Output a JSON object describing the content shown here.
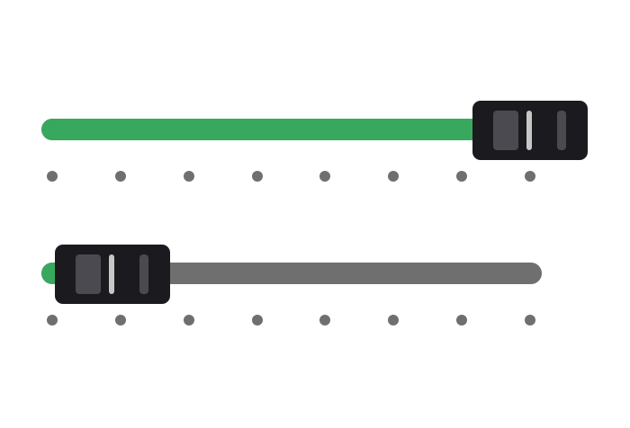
{
  "colors": {
    "fill": "#38a85e",
    "track": "#6f6f6f",
    "handle": "#1b1a1f",
    "grip_light": "#c7c7c7",
    "grip_dark": "#4a4a50",
    "tick": "#6f6f6f",
    "background": "#ffffff"
  },
  "sliders": [
    {
      "value": 1.0,
      "tick_count": 8
    },
    {
      "value": 0.0,
      "tick_count": 8
    }
  ]
}
